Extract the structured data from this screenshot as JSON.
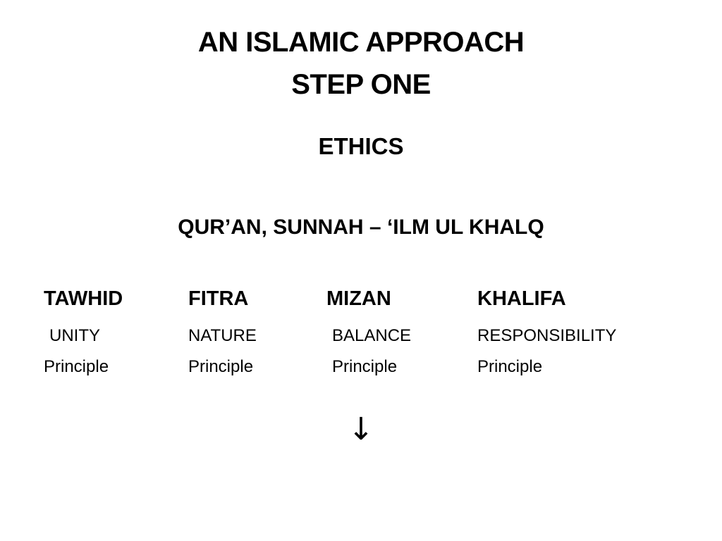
{
  "slide": {
    "title_line1": "AN ISLAMIC APPROACH",
    "title_line2": "STEP ONE",
    "subtitle": "ETHICS",
    "sources": "QUR’AN, SUNNAH – ‘ILM UL KHALQ",
    "principles": [
      {
        "name": "TAWHID",
        "meaning": "UNITY",
        "label": "Principle"
      },
      {
        "name": "FITRA",
        "meaning": "NATURE",
        "label": "Principle"
      },
      {
        "name": "MIZAN",
        "meaning": "BALANCE",
        "label": "Principle"
      },
      {
        "name": "KHALIFA",
        "meaning": "RESPONSIBILITY",
        "label": "Principle"
      }
    ],
    "arrow_glyph": "↓",
    "arrow_icon": "arrow-down-icon"
  }
}
